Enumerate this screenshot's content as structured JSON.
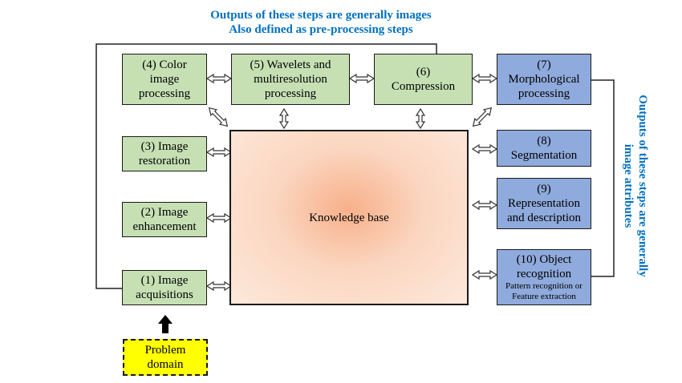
{
  "notes": {
    "top_line1": "Outputs of these steps are generally images",
    "top_line2": "Also defined as pre-processing steps",
    "right_line1": "Outputs of these steps are generally",
    "right_line2": "image attributes"
  },
  "boxes": {
    "color": [
      "(4) Color",
      "image",
      "processing"
    ],
    "wavelets": [
      "(5) Wavelets and",
      "multiresolution",
      "processing"
    ],
    "compression": [
      "(6)",
      "Compression"
    ],
    "morphological": [
      "(7)",
      "Morphological",
      "processing"
    ],
    "restoration": [
      "(3) Image",
      "restoration"
    ],
    "segmentation": [
      "(8)",
      "Segmentation"
    ],
    "enhancement": [
      "(2) Image",
      "enhancement"
    ],
    "representation": [
      "(9)",
      "Representation",
      "and description"
    ],
    "acquisition": [
      "(1) Image",
      "acquisitions"
    ],
    "recognition": [
      "(10) Object",
      "recognition"
    ],
    "recognition_sub": [
      "Pattern recognition or",
      "Feature extraction"
    ],
    "knowledge": "Knowledge base",
    "problem": [
      "Problem",
      "domain"
    ]
  },
  "colors": {
    "preprocessing_fill": "#c6e0b4",
    "attribute_fill": "#8faadc",
    "problem_fill": "#ffff00",
    "note_text": "#0070c0"
  }
}
